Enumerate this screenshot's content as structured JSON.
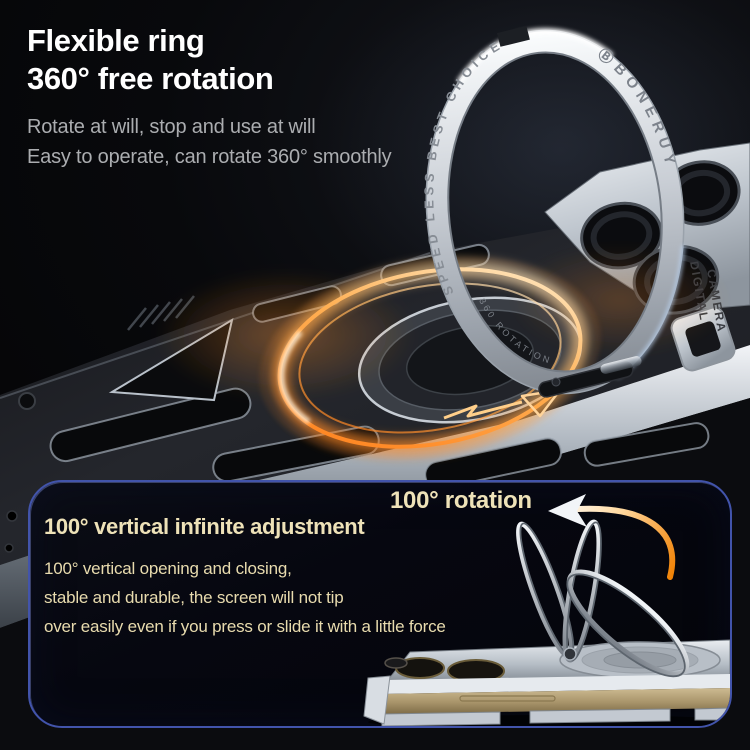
{
  "header": {
    "title_line1": "Flexible ring",
    "title_line2": "360° free rotation",
    "subtitle_line1": "Rotate at will, stop and use at will",
    "subtitle_line2": "Easy to operate, can rotate 360° smoothly"
  },
  "product": {
    "ring_engraving": "SPEED LESS BEST CHOICE",
    "ring_engraving_small": "360 ROTATION",
    "ring_brand": "ⒷBONERUY",
    "case_text_line1": "DIGITAL",
    "case_text_line2": "CAMERA"
  },
  "callout": {
    "rotation_label": "100° rotation",
    "heading": "100° vertical infinite adjustment",
    "body_line1": "100° vertical opening and closing,",
    "body_line2": "stable and durable, the screen will not tip",
    "body_line3": "over easily even if you press or slide it with a little force"
  },
  "colors": {
    "accent_cream": "#ece0b6",
    "panel_border": "#4254ab",
    "glow_orange": "#ff8c2a",
    "ring_silver": "#dfe4ea",
    "title_white": "#ffffff",
    "subtitle_gray": "#abadb0"
  }
}
